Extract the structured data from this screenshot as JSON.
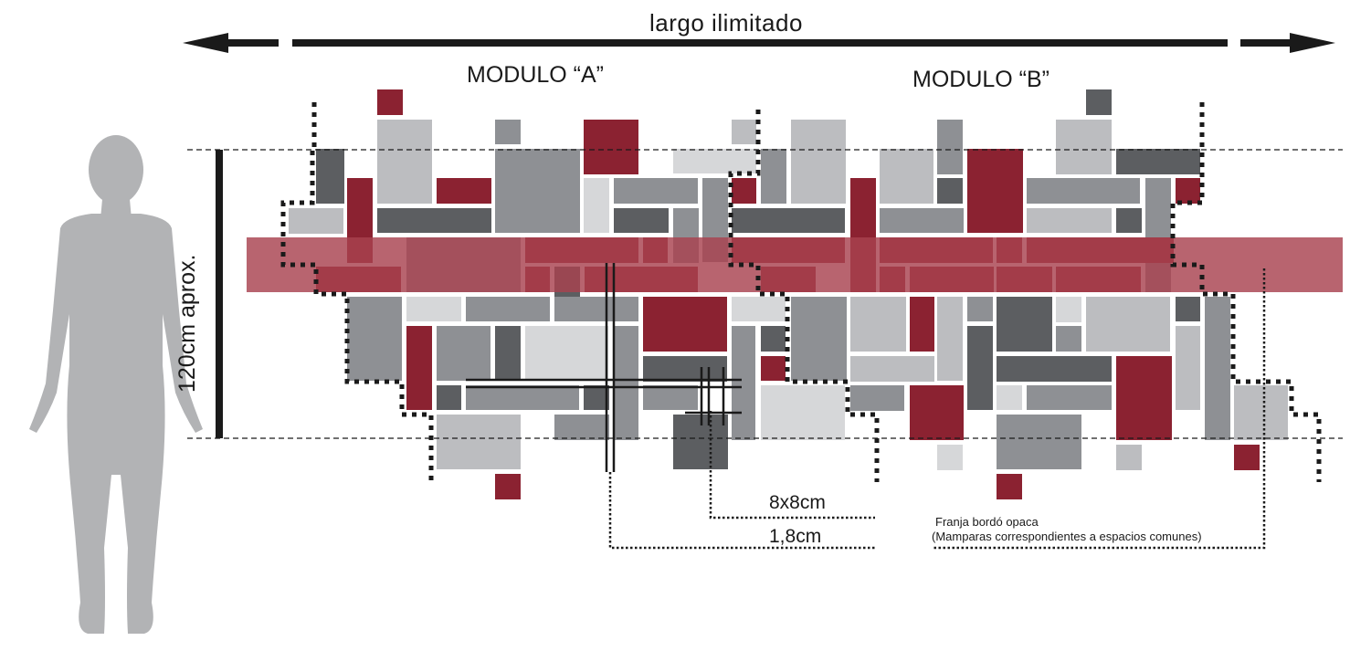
{
  "width_label": "largo ilimitado",
  "module_a_label": "MODULO “A”",
  "module_b_label": "MODULO “B”",
  "height_label": "120cm aprox.",
  "square_size_label": "8x8cm",
  "frame_width_label": "1,8cm",
  "band_note": {
    "line1": "Franja bordó opaca",
    "line2": "(Mamparas correspondientes a espacios comunes)"
  },
  "colors": {
    "bordo": "#8b2231",
    "band": "#a8424f",
    "gray_dark": "#5c5e61",
    "gray_mid": "#8e9094",
    "gray_light": "#bcbdc0",
    "gray_pale": "#d6d7d9",
    "figure": "#b2b3b5",
    "ink": "#1a1a1a"
  }
}
